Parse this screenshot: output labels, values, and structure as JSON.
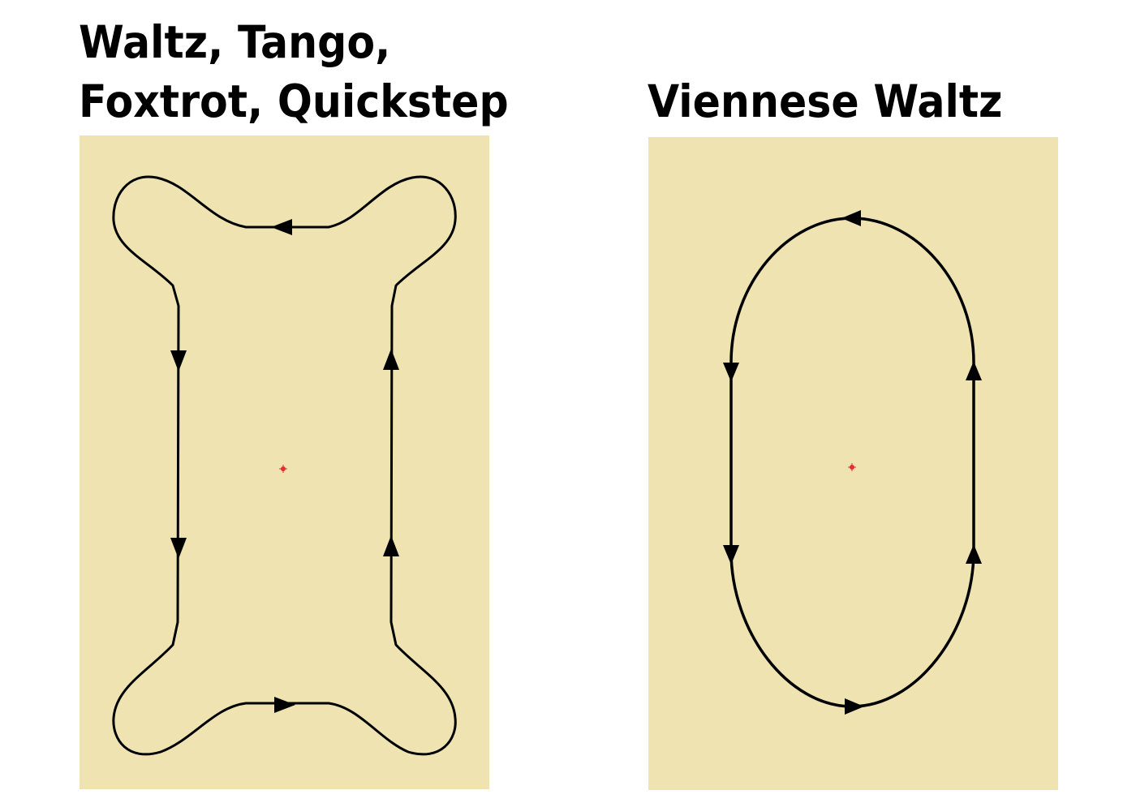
{
  "colors": {
    "floor": "#EFE3B1",
    "line": "#000000",
    "center_marker": "#E03030",
    "background": "#FFFFFF"
  },
  "panels": [
    {
      "title_lines": [
        "Waltz, Tango,",
        "Foxtrot, Quickstep"
      ],
      "shape": "bone-shaped line of dance with concave corners",
      "direction": "counter-clockwise"
    },
    {
      "title_lines": [
        "Viennese Waltz"
      ],
      "shape": "oval line of dance",
      "direction": "counter-clockwise"
    }
  ]
}
